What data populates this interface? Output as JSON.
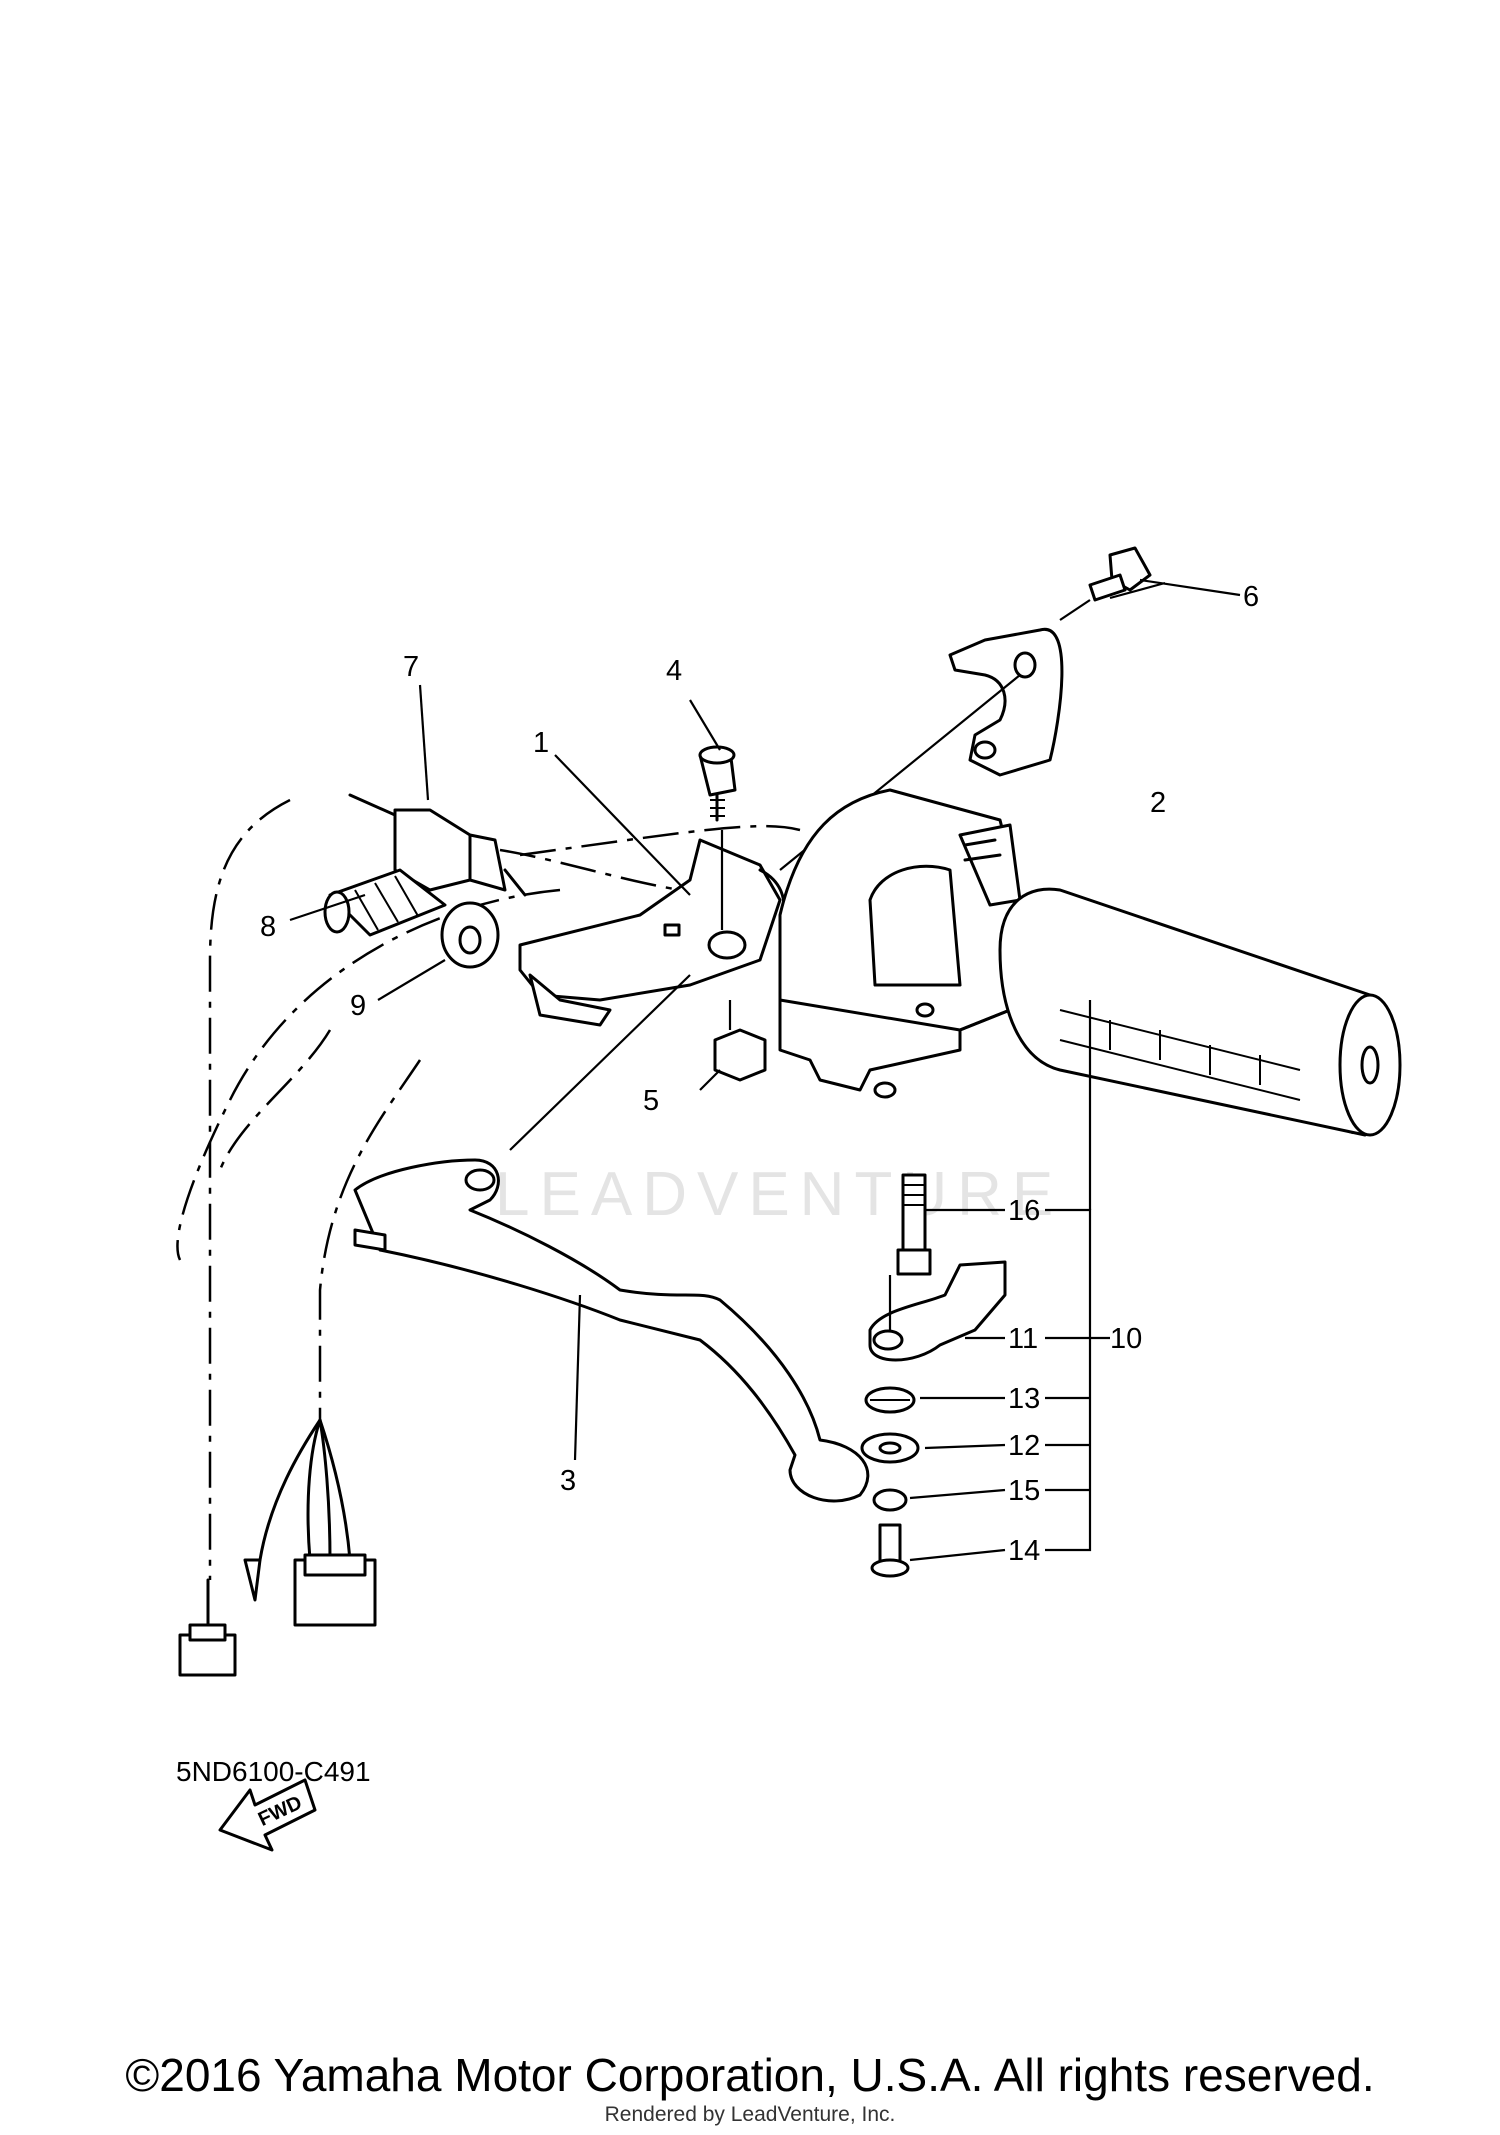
{
  "diagram": {
    "callouts": [
      "1",
      "2",
      "3",
      "4",
      "5",
      "6",
      "7",
      "8",
      "9",
      "10",
      "11",
      "12",
      "13",
      "14",
      "15",
      "16"
    ],
    "fwd_label": "FWD",
    "watermark": "LEADVENTURE",
    "drawing_code": "5ND6100-C491"
  },
  "footer": {
    "copyright": "©2016 Yamaha Motor Corporation, U.S.A. All rights reserved.",
    "rendered_by": "Rendered by LeadVenture, Inc."
  }
}
